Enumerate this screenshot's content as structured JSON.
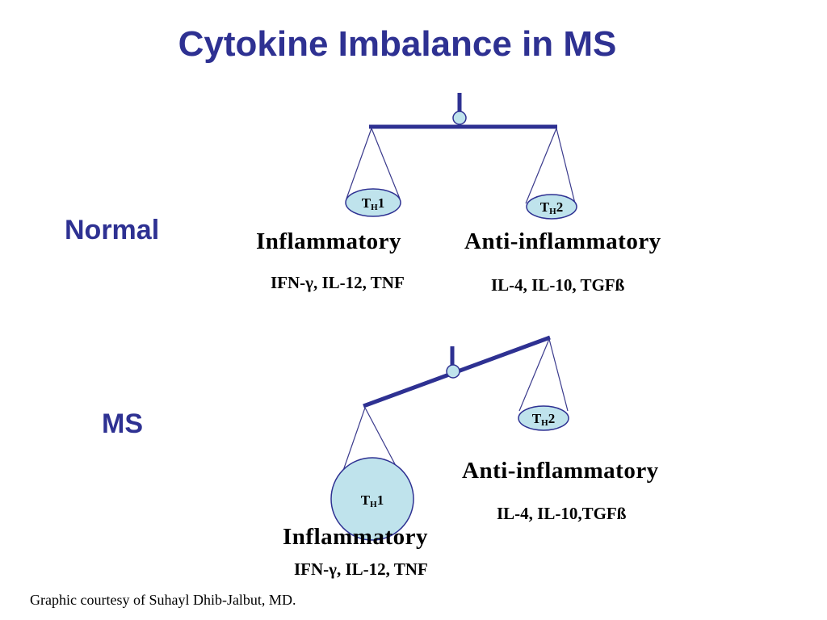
{
  "title": "Cytokine Imbalance in MS",
  "colors": {
    "title": "#2E3192",
    "beam": "#2E3192",
    "cell_fill": "#BFE3EC",
    "cell_stroke": "#2E3192",
    "strings": "#3A3A8C"
  },
  "normal": {
    "label": "Normal",
    "left_cell": {
      "letter": "T",
      "subscript": "H",
      "number": "1"
    },
    "right_cell": {
      "letter": "T",
      "subscript": "H",
      "number": "2"
    },
    "left_heading": "Inflammatory",
    "left_cytokines": "IFN-γ, IL-12, TNF",
    "right_heading": "Anti-inflammatory",
    "right_cytokines": "IL-4, IL-10, TGFß"
  },
  "ms": {
    "label": "MS",
    "left_cell": {
      "letter": "T",
      "subscript": "H",
      "number": "1"
    },
    "right_cell": {
      "letter": "T",
      "subscript": "H",
      "number": "2"
    },
    "left_heading": "Inflammatory",
    "left_cytokines": "IFN-γ, IL-12, TNF",
    "right_heading": "Anti-inflammatory",
    "right_cytokines": "IL-4, IL-10,TGFß"
  },
  "credit": "Graphic courtesy of Suhayl Dhib-Jalbut, MD."
}
